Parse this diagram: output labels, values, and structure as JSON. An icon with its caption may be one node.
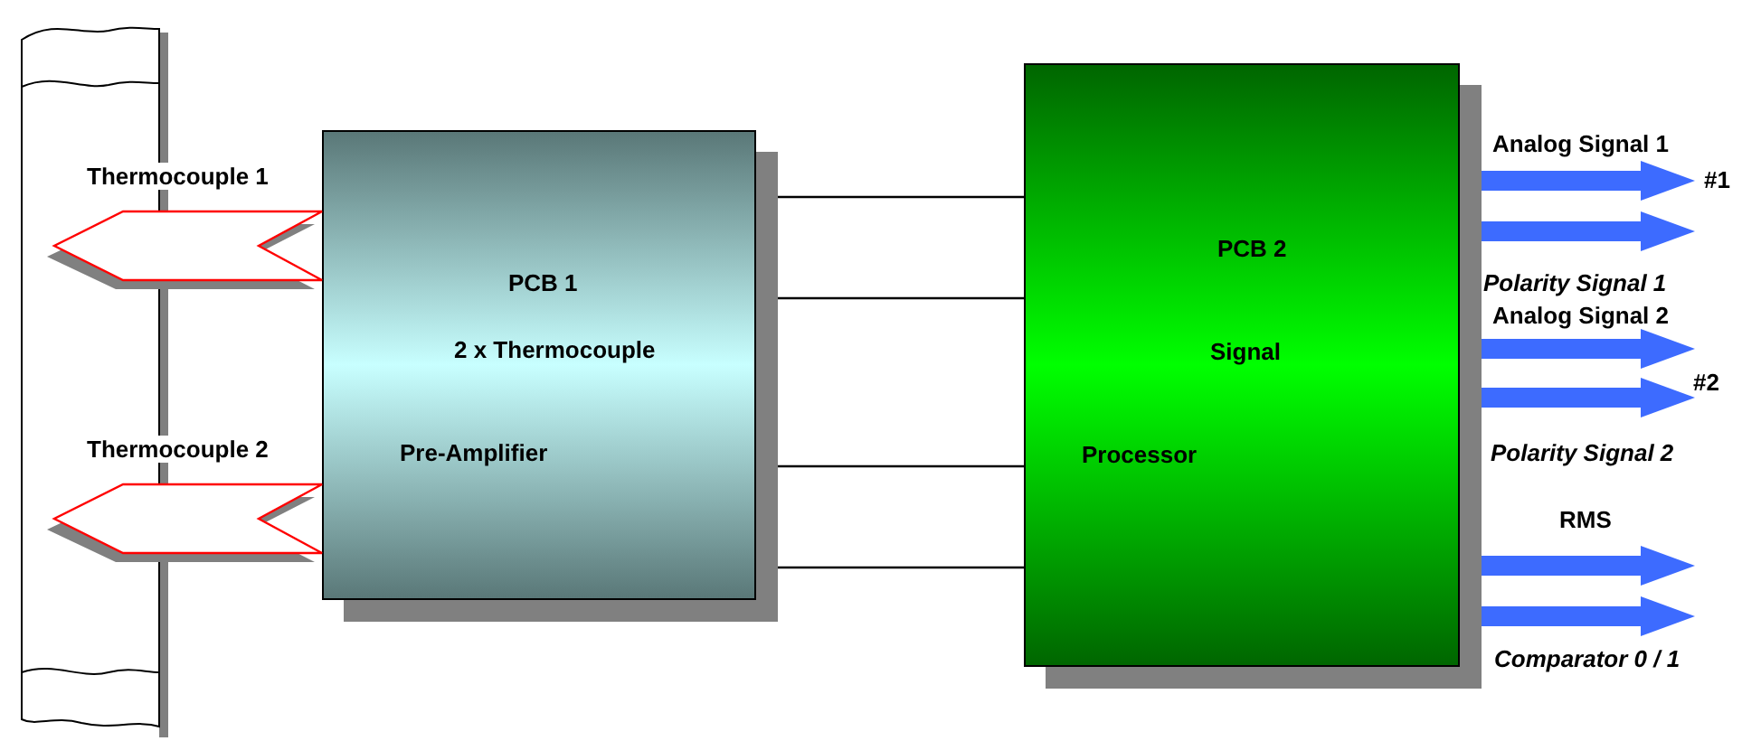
{
  "diagram": {
    "nodes": [
      {
        "text": [
          "PCB 1",
          "2 x Thermocouple",
          "Pre-Amplifier"
        ]
      },
      {
        "text": [
          "Thermocouple 1"
        ]
      },
      {
        "text": [
          "Thermocouple 2"
        ]
      },
      {
        "text": [
          "PCB 2",
          "Signal",
          "Processor"
        ]
      }
    ],
    "edges": [
      {
        "from": 0,
        "to": 3,
        "arrow": "none",
        "color": "#000000"
      },
      {
        "from": 0,
        "to": 3,
        "arrow": "none",
        "color": "#000000"
      },
      {
        "from": 0,
        "to": 3,
        "arrow": "none",
        "color": "#000000"
      },
      {
        "from": 0,
        "to": 3,
        "arrow": "none",
        "color": "#000000"
      },
      {
        "from": 3,
        "to": null,
        "arrow": "to",
        "label": "Analog Signal 1"
      },
      {
        "from": 3,
        "to": null,
        "arrow": "to",
        "label": "Polarity Signal 1"
      },
      {
        "from": 3,
        "to": null,
        "arrow": "to",
        "label": "Analog Signal 2"
      },
      {
        "from": 3,
        "to": null,
        "arrow": "to",
        "label": "Polarity Signal 2"
      },
      {
        "from": 3,
        "to": null,
        "arrow": "to",
        "label": "RMS"
      },
      {
        "from": 3,
        "to": null,
        "arrow": "to",
        "label": "Comparator 0 / 1"
      }
    ],
    "labels": [
      "#1",
      "#2"
    ]
  }
}
